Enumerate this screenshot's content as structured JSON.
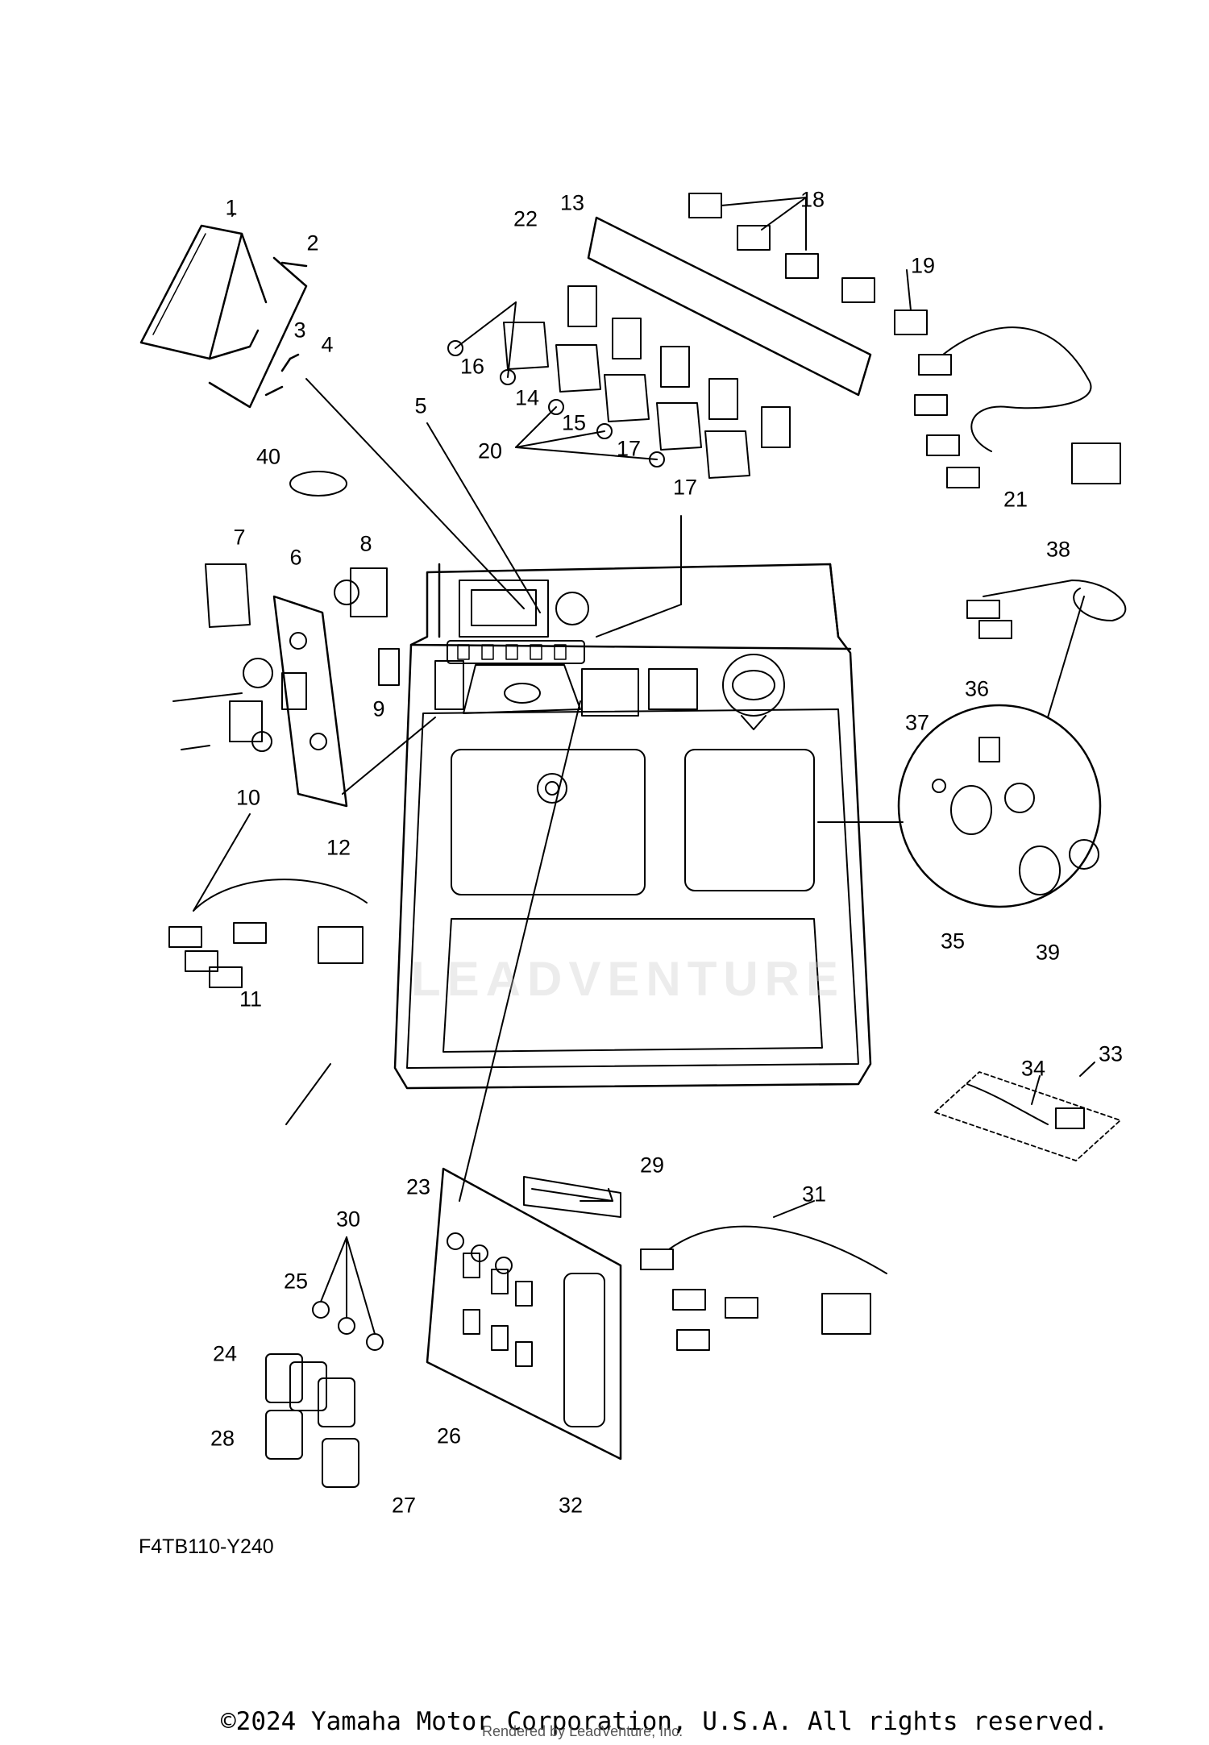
{
  "diagram": {
    "code": "F4TB110-Y240",
    "copyright": "©2024 Yamaha Motor Corporation, U.S.A. All rights reserved.",
    "rendered_by": "Rendered by LeadVenture, Inc.",
    "watermark": "LEADVENTURE",
    "callouts": [
      {
        "id": "1",
        "label": "1"
      },
      {
        "id": "2",
        "label": "2"
      },
      {
        "id": "3",
        "label": "3"
      },
      {
        "id": "4",
        "label": "4"
      },
      {
        "id": "5",
        "label": "5"
      },
      {
        "id": "6",
        "label": "6"
      },
      {
        "id": "7",
        "label": "7"
      },
      {
        "id": "8",
        "label": "8"
      },
      {
        "id": "9",
        "label": "9"
      },
      {
        "id": "10",
        "label": "10"
      },
      {
        "id": "11",
        "label": "11"
      },
      {
        "id": "12",
        "label": "12"
      },
      {
        "id": "13",
        "label": "13"
      },
      {
        "id": "14",
        "label": "14"
      },
      {
        "id": "15",
        "label": "15"
      },
      {
        "id": "16",
        "label": "16"
      },
      {
        "id": "17a",
        "label": "17"
      },
      {
        "id": "17b",
        "label": "17"
      },
      {
        "id": "18",
        "label": "18"
      },
      {
        "id": "19",
        "label": "19"
      },
      {
        "id": "20",
        "label": "20"
      },
      {
        "id": "21",
        "label": "21"
      },
      {
        "id": "22",
        "label": "22"
      },
      {
        "id": "23",
        "label": "23"
      },
      {
        "id": "24",
        "label": "24"
      },
      {
        "id": "25",
        "label": "25"
      },
      {
        "id": "26",
        "label": "26"
      },
      {
        "id": "27",
        "label": "27"
      },
      {
        "id": "28",
        "label": "28"
      },
      {
        "id": "29",
        "label": "29"
      },
      {
        "id": "30",
        "label": "30"
      },
      {
        "id": "31",
        "label": "31"
      },
      {
        "id": "32",
        "label": "32"
      },
      {
        "id": "33",
        "label": "33"
      },
      {
        "id": "34",
        "label": "34"
      },
      {
        "id": "35",
        "label": "35"
      },
      {
        "id": "36",
        "label": "36"
      },
      {
        "id": "37",
        "label": "37"
      },
      {
        "id": "38",
        "label": "38"
      },
      {
        "id": "39",
        "label": "39"
      },
      {
        "id": "40",
        "label": "40"
      }
    ]
  }
}
